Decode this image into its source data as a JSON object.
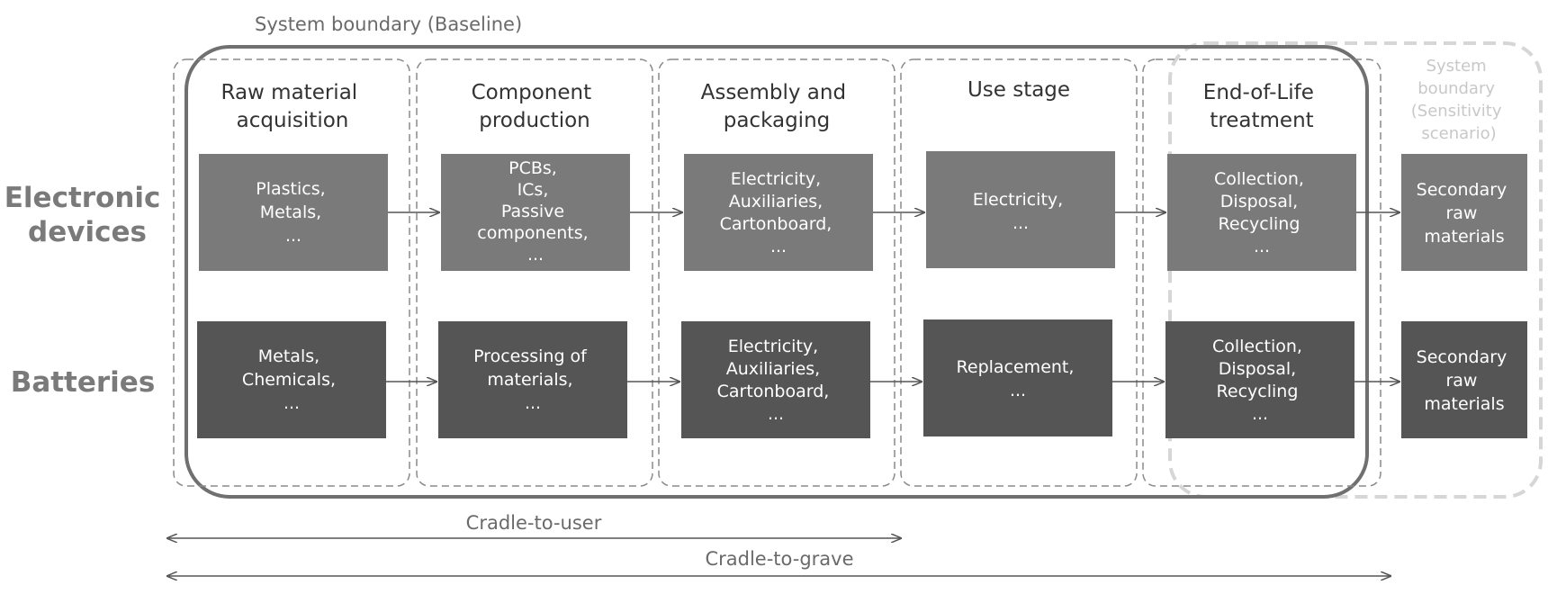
{
  "system_boundary_baseline_label": "System boundary (Baseline)",
  "system_boundary_sensitivity_label": [
    "System",
    "boundary",
    "(Sensitivity",
    "scenario)"
  ],
  "rows": [
    {
      "label": [
        "Electronic",
        "devices"
      ]
    },
    {
      "label": [
        "Batteries"
      ]
    }
  ],
  "stages": [
    {
      "title": [
        "Raw material",
        "acquisition"
      ],
      "boxes": [
        [
          "Plastics,",
          "Metals,",
          "..."
        ],
        [
          "Metals,",
          "Chemicals,",
          "..."
        ]
      ]
    },
    {
      "title": [
        "Component",
        "production"
      ],
      "boxes": [
        [
          "PCBs,",
          "ICs,",
          "Passive",
          "components,",
          "..."
        ],
        [
          "Processing of",
          "materials,",
          "..."
        ]
      ]
    },
    {
      "title": [
        "Assembly and",
        "packaging"
      ],
      "boxes": [
        [
          "Electricity,",
          "Auxiliaries,",
          "Cartonboard,",
          "..."
        ],
        [
          "Electricity,",
          "Auxiliaries,",
          "Cartonboard,",
          "..."
        ]
      ]
    },
    {
      "title": [
        "Use stage"
      ],
      "boxes": [
        [
          "Electricity,",
          "..."
        ],
        [
          "Replacement,",
          "..."
        ]
      ]
    },
    {
      "title": [
        "End-of-Life",
        "treatment"
      ],
      "boxes": [
        [
          "Collection,",
          "Disposal,",
          "Recycling",
          "..."
        ],
        [
          "Collection,",
          "Disposal,",
          "Recycling",
          "..."
        ]
      ]
    }
  ],
  "secondary_boxes": [
    [
      "Secondary",
      "raw",
      "materials"
    ],
    [
      "Secondary",
      "raw",
      "materials"
    ]
  ],
  "spans": {
    "cradle_to_user": "Cradle-to-user",
    "cradle_to_grave": "Cradle-to-grave"
  },
  "colors": {
    "electronics_box": "#7a7a7a",
    "battery_box": "#555555",
    "dashed_stage": "#8a8a8a",
    "baseline_boundary": "#707070",
    "sensitivity_boundary": "#d6d6d6",
    "arrow": "#555555"
  }
}
